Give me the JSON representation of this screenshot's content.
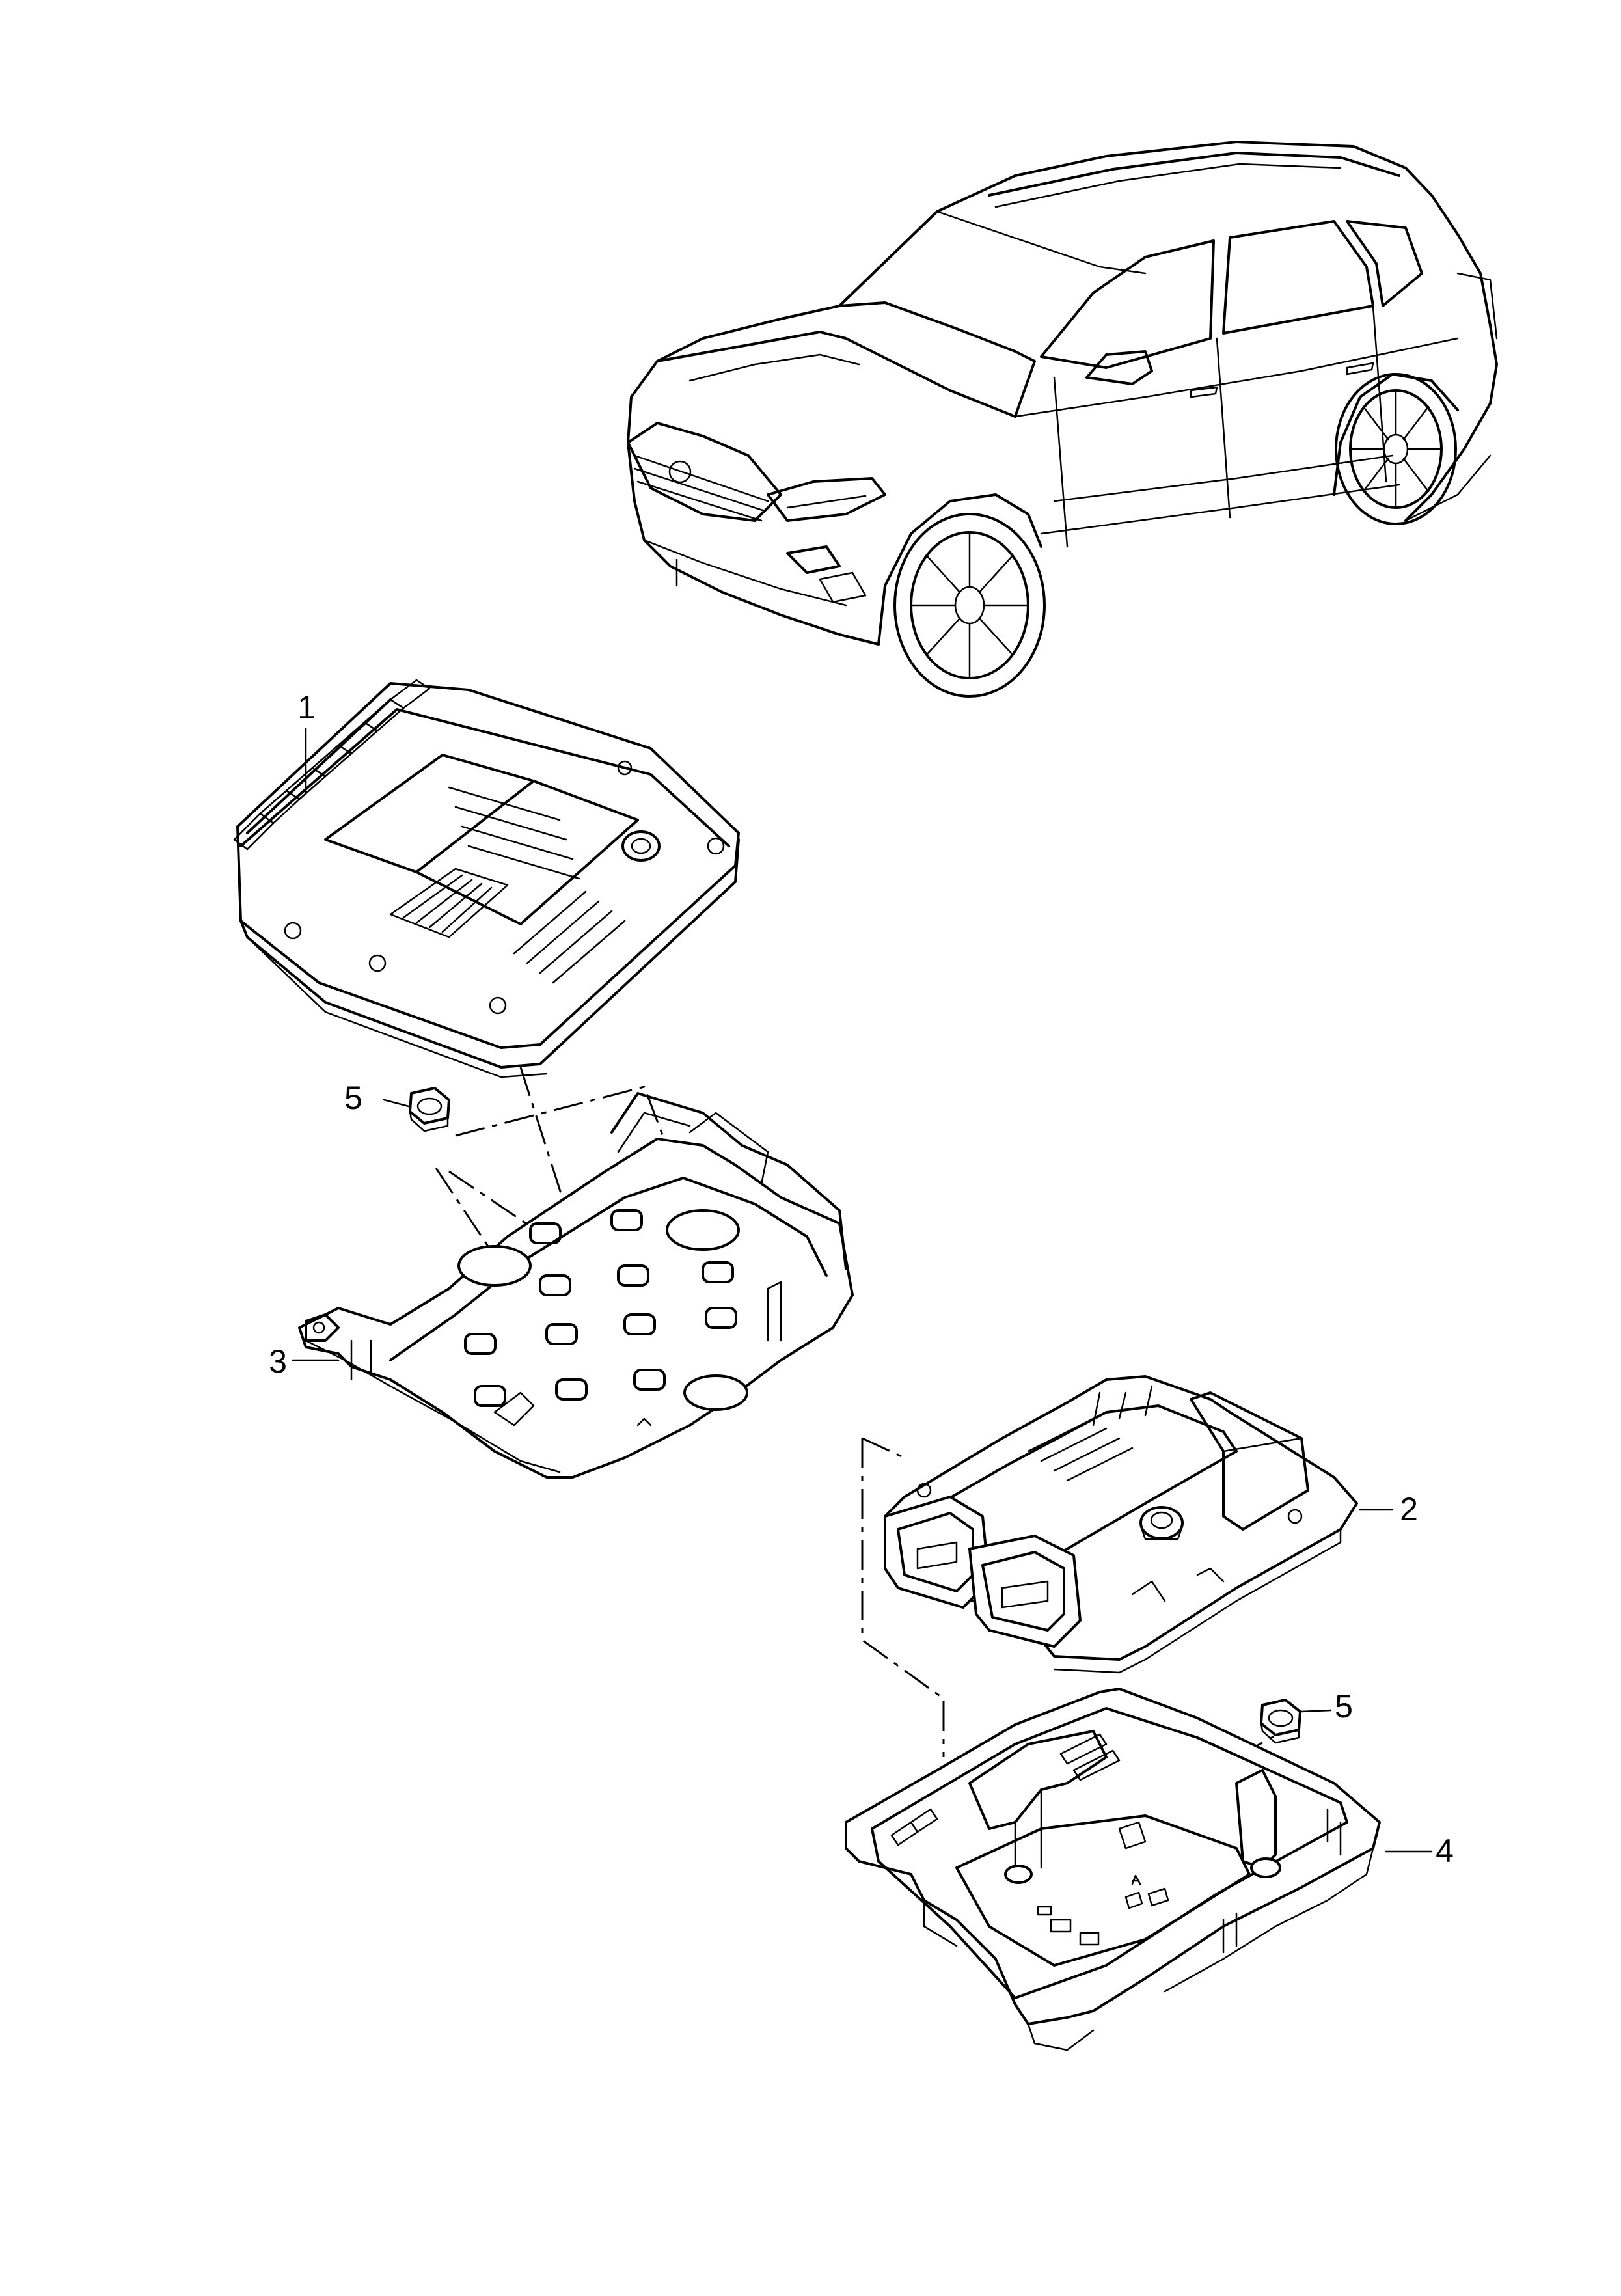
{
  "callouts": [
    {
      "id": "1",
      "label": "1"
    },
    {
      "id": "2",
      "label": "2"
    },
    {
      "id": "3",
      "label": "3"
    },
    {
      "id": "4",
      "label": "4"
    },
    {
      "id": "5a",
      "label": "5"
    },
    {
      "id": "5b",
      "label": "5"
    }
  ]
}
